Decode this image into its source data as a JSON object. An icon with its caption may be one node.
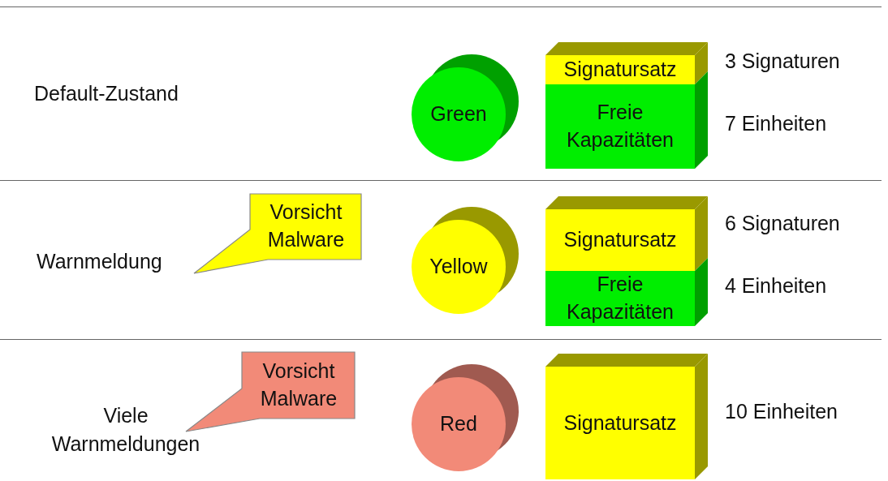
{
  "diagram": {
    "nodes": [
      {
        "text": [
          "Green"
        ]
      },
      {
        "text": [
          "Signatursatz"
        ]
      },
      {
        "text": [
          "Freie Kapazitäten"
        ]
      },
      {
        "text": [
          "Vorsicht Malware"
        ]
      },
      {
        "text": [
          "Yellow"
        ]
      },
      {
        "text": [
          "Signatursatz"
        ]
      },
      {
        "text": [
          "Freie Kapazitäten"
        ]
      },
      {
        "text": [
          "Vorsicht Malware"
        ]
      },
      {
        "text": [
          "Red"
        ]
      },
      {
        "text": [
          "Signatursatz"
        ]
      }
    ],
    "edges": [],
    "labels": [
      "Default-Zustand",
      "3 Signaturen",
      "7 Einheiten",
      "Warnmeldung",
      "6 Signaturen",
      "4 Einheiten",
      "Viele Warnmeldungen",
      "10 Einheiten"
    ]
  }
}
